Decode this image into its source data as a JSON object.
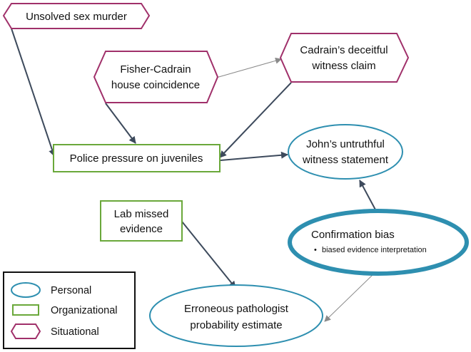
{
  "colors": {
    "personal": "#2e8fb0",
    "organizational": "#6aa83a",
    "situational": "#a0306a",
    "arrow_dark": "#3d4a5c",
    "arrow_light": "#8a8a8a"
  },
  "nodes": {
    "unsolved_sex_murder": {
      "type": "situational",
      "lines": [
        "Unsolved sex murder"
      ]
    },
    "fisher_cadrain_coincidence": {
      "type": "situational",
      "lines": [
        "Fisher-Cadrain",
        "house coincidence"
      ]
    },
    "cadrain_witness_claim": {
      "type": "situational",
      "lines": [
        "Cadrain’s deceitful",
        "witness claim"
      ]
    },
    "police_pressure": {
      "type": "organizational",
      "lines": [
        "Police pressure on juveniles"
      ]
    },
    "john_witness_statement": {
      "type": "personal",
      "lines": [
        "John’s untruthful",
        "witness statement"
      ]
    },
    "lab_missed_evidence": {
      "type": "organizational",
      "lines": [
        "Lab missed",
        "evidence"
      ]
    },
    "confirmation_bias": {
      "type": "personal",
      "lines": [
        "Confirmation bias"
      ],
      "bullet": "biased evidence interpretation"
    },
    "pathologist_estimate": {
      "type": "personal",
      "lines": [
        "Erroneous pathologist",
        "probability estimate"
      ]
    }
  },
  "legend": {
    "items": [
      {
        "shape": "ellipse",
        "label": "Personal"
      },
      {
        "shape": "rectangle",
        "label": "Organizational"
      },
      {
        "shape": "hexagon",
        "label": "Situational"
      }
    ]
  }
}
